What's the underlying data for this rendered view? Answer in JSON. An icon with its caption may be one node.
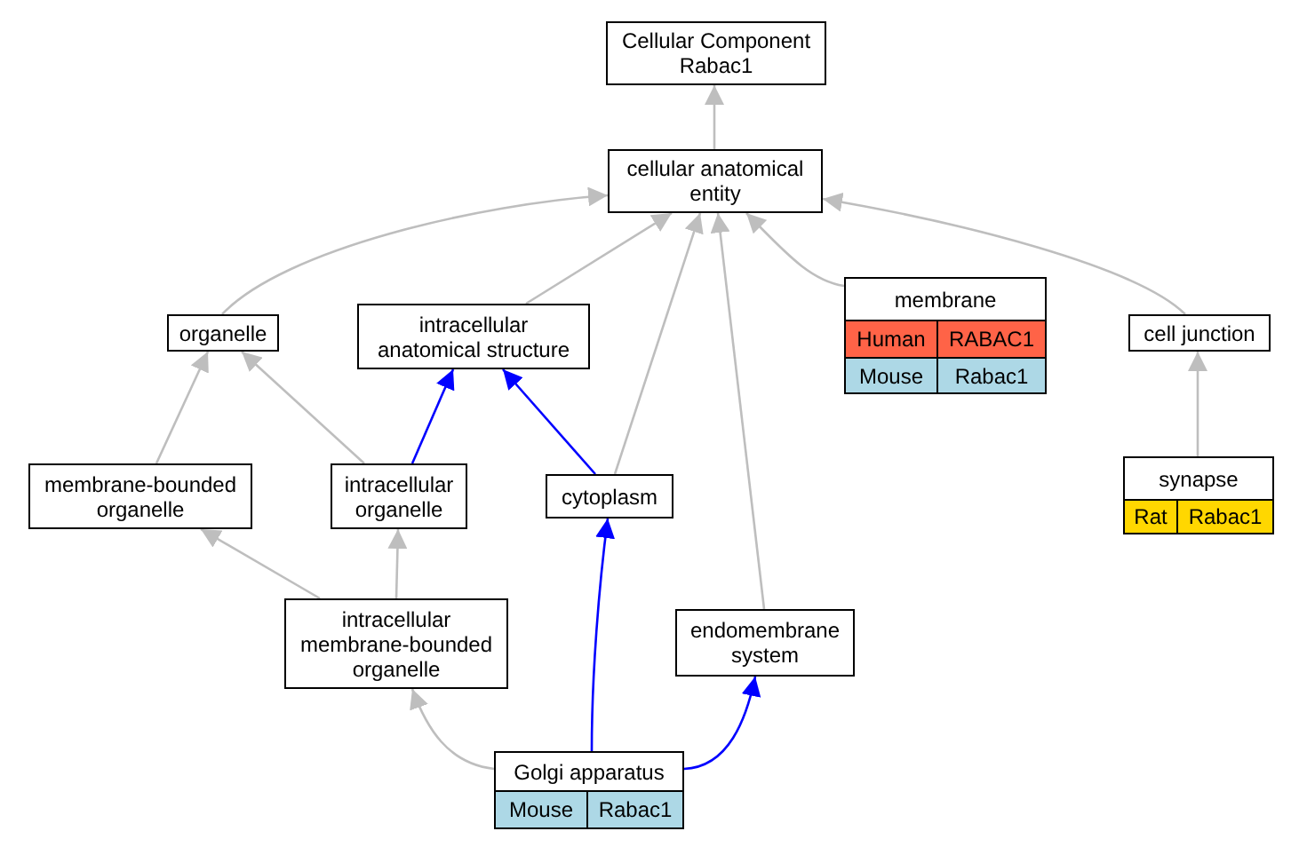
{
  "diagram": {
    "nodes": [
      {
        "text": [
          "Cellular Component Rabac1"
        ]
      },
      {
        "text": [
          "cellular anatomical entity"
        ]
      },
      {
        "text": [
          "organelle"
        ]
      },
      {
        "text": [
          "intracellular anatomical structure"
        ]
      },
      {
        "text": [
          "membrane"
        ]
      },
      {
        "text": [
          "Human"
        ],
        "in": 4
      },
      {
        "text": [
          "RABAC1"
        ],
        "in": 4
      },
      {
        "text": [
          "Mouse"
        ],
        "in": 4
      },
      {
        "text": [
          "Rabac1"
        ],
        "in": 4
      },
      {
        "text": [
          "cell junction"
        ]
      },
      {
        "text": [
          "membrane-bounded organelle"
        ]
      },
      {
        "text": [
          "intracellular organelle"
        ]
      },
      {
        "text": [
          "cytoplasm"
        ]
      },
      {
        "text": [
          "synapse"
        ]
      },
      {
        "text": [
          "Rat"
        ],
        "in": 13
      },
      {
        "text": [
          "Rabac1"
        ],
        "in": 13
      },
      {
        "text": [
          "intracellular membrane-bounded organelle"
        ]
      },
      {
        "text": [
          "endomembrane system"
        ]
      },
      {
        "text": [
          "Golgi apparatus"
        ]
      },
      {
        "text": [
          "Mouse"
        ],
        "in": 18
      },
      {
        "text": [
          "Rabac1"
        ],
        "in": 18
      }
    ],
    "edges": [
      {
        "from": 1,
        "to": 0,
        "arrow": "to"
      },
      {
        "from": 2,
        "to": 1,
        "arrow": "to"
      },
      {
        "from": 3,
        "to": 1,
        "arrow": "to"
      },
      {
        "from": 12,
        "to": 1,
        "arrow": "to"
      },
      {
        "from": 17,
        "to": 1,
        "arrow": "to"
      },
      {
        "from": 4,
        "to": 1,
        "arrow": "to"
      },
      {
        "from": 9,
        "to": 1,
        "arrow": "to"
      },
      {
        "from": 10,
        "to": 2,
        "arrow": "to"
      },
      {
        "from": 11,
        "to": 2,
        "arrow": "to"
      },
      {
        "from": 11,
        "to": 3,
        "arrow": "to",
        "color": "#0000ff"
      },
      {
        "from": 12,
        "to": 3,
        "arrow": "to",
        "color": "#0000ff"
      },
      {
        "from": 13,
        "to": 9,
        "arrow": "to"
      },
      {
        "from": 16,
        "to": 10,
        "arrow": "to"
      },
      {
        "from": 16,
        "to": 11,
        "arrow": "to"
      },
      {
        "from": 18,
        "to": 16,
        "arrow": "to"
      },
      {
        "from": 18,
        "to": 12,
        "arrow": "to",
        "color": "#0000ff"
      },
      {
        "from": 18,
        "to": 17,
        "arrow": "to",
        "color": "#0000ff"
      }
    ]
  }
}
